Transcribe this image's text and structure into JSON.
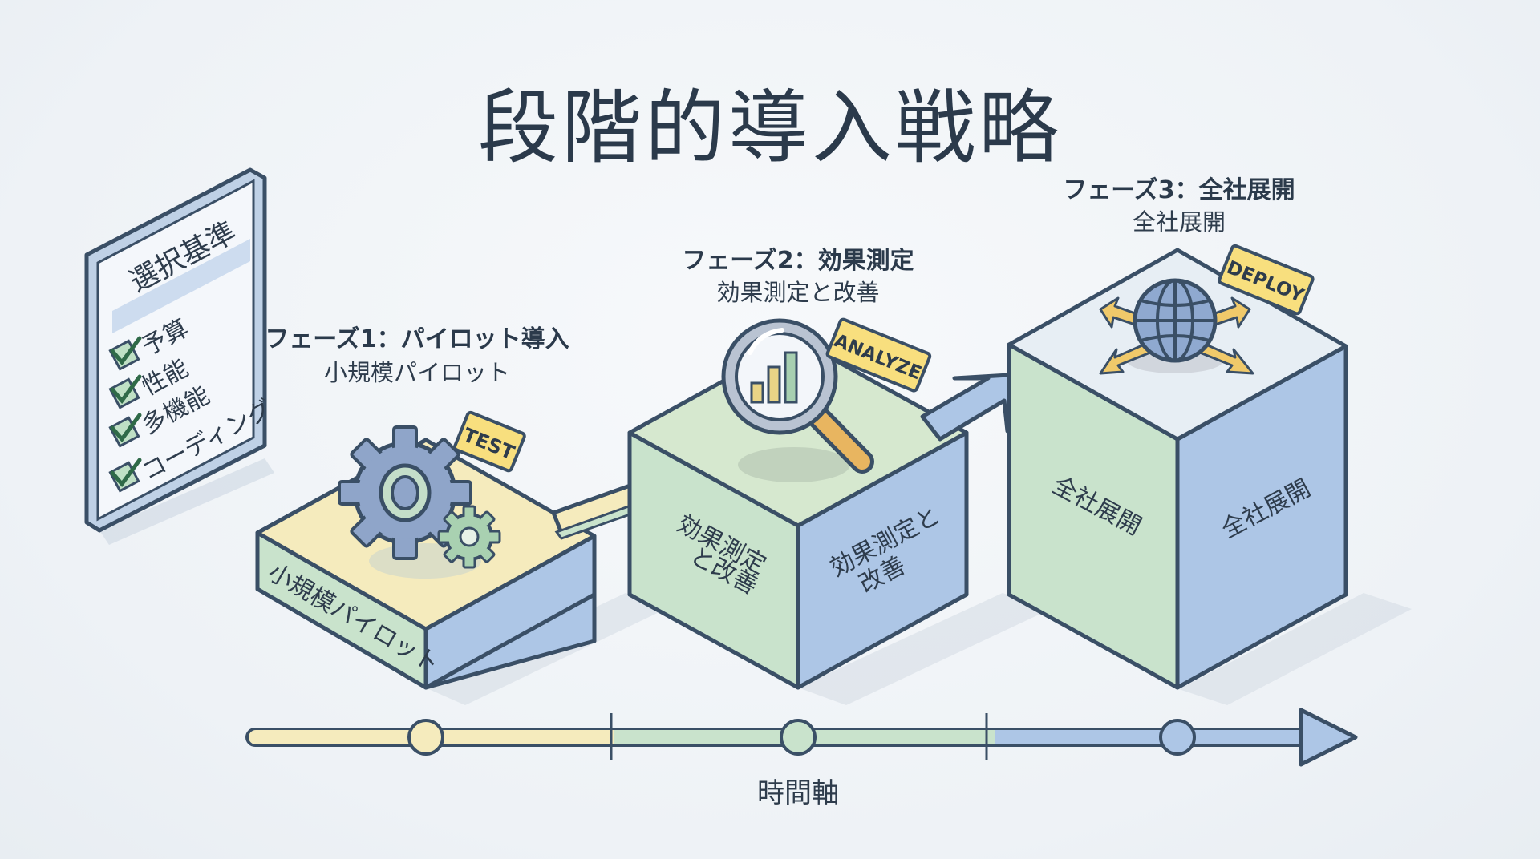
{
  "title": "段階的導入戦略",
  "criteria": {
    "heading": "選択基準",
    "items": [
      "予算",
      "性能",
      "多機能",
      "コーディング"
    ]
  },
  "phases": [
    {
      "heading": "フェーズ1：パイロット導入",
      "subtitle": "小規模パイロット",
      "face_label": "小規模パイロット",
      "tag": "TEST",
      "icon": "gear-icon"
    },
    {
      "heading": "フェーズ2：効果測定",
      "subtitle": "効果測定と改善",
      "face_left": "効果測定と改善",
      "face_right": "効果測定と改善",
      "tag": "ANALYZE",
      "icon": "magnifier-chart-icon"
    },
    {
      "heading": "フェーズ3：全社展開",
      "subtitle": "全社展開",
      "face_left": "全社展開",
      "face_right": "全社展開",
      "tag": "DEPLOY",
      "icon": "globe-icon"
    }
  ],
  "timeline": {
    "label": "時間軸"
  },
  "colors": {
    "outline": "#3a4f66",
    "yellow": "#f5ebbd",
    "green": "#c9e3cc",
    "blue": "#adc6e6",
    "tag": "#f8df7e",
    "gear": "#8fa5c9"
  }
}
